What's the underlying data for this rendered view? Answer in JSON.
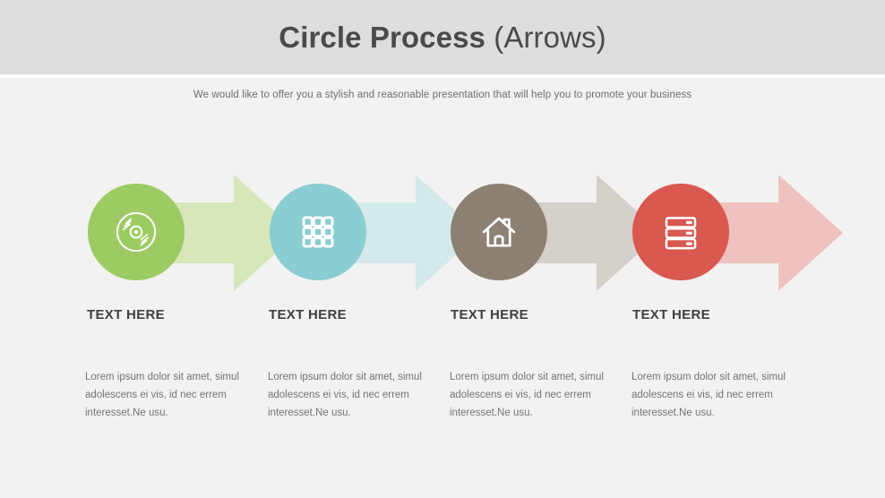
{
  "header": {
    "title_bold": "Circle Process",
    "title_light": "(Arrows)",
    "background_color": "#dddddd"
  },
  "subtitle": "We would like to offer you a stylish and reasonable presentation that will help you to promote your business",
  "page": {
    "background_color": "#f2f2f2"
  },
  "steps": [
    {
      "heading": "TEXT HERE",
      "body": "Lorem ipsum dolor sit amet, simul adolescens ei vis, id nec errem interesset.Ne usu.",
      "icon": "compact-disc-icon",
      "circle_color": "#9ccb63",
      "arrow_color": "#d6e7ba"
    },
    {
      "heading": "TEXT HERE",
      "body": "Lorem ipsum dolor sit amet, simul adolescens ei vis, id nec errem interesset.Ne usu.",
      "icon": "grid-squares-icon",
      "circle_color": "#8acdd2",
      "arrow_color": "#d4e9e9"
    },
    {
      "heading": "TEXT HERE",
      "body": "Lorem ipsum dolor sit amet, simul adolescens ei vis, id nec errem interesset.Ne usu.",
      "icon": "home-icon",
      "circle_color": "#8d8173",
      "arrow_color": "#d5d0c9"
    },
    {
      "heading": "TEXT HERE",
      "body": "Lorem ipsum dolor sit amet, simul adolescens ei vis, id nec errem interesset.Ne usu.",
      "icon": "server-stack-icon",
      "circle_color": "#d9584f",
      "arrow_color": "#f0c2bf"
    }
  ]
}
